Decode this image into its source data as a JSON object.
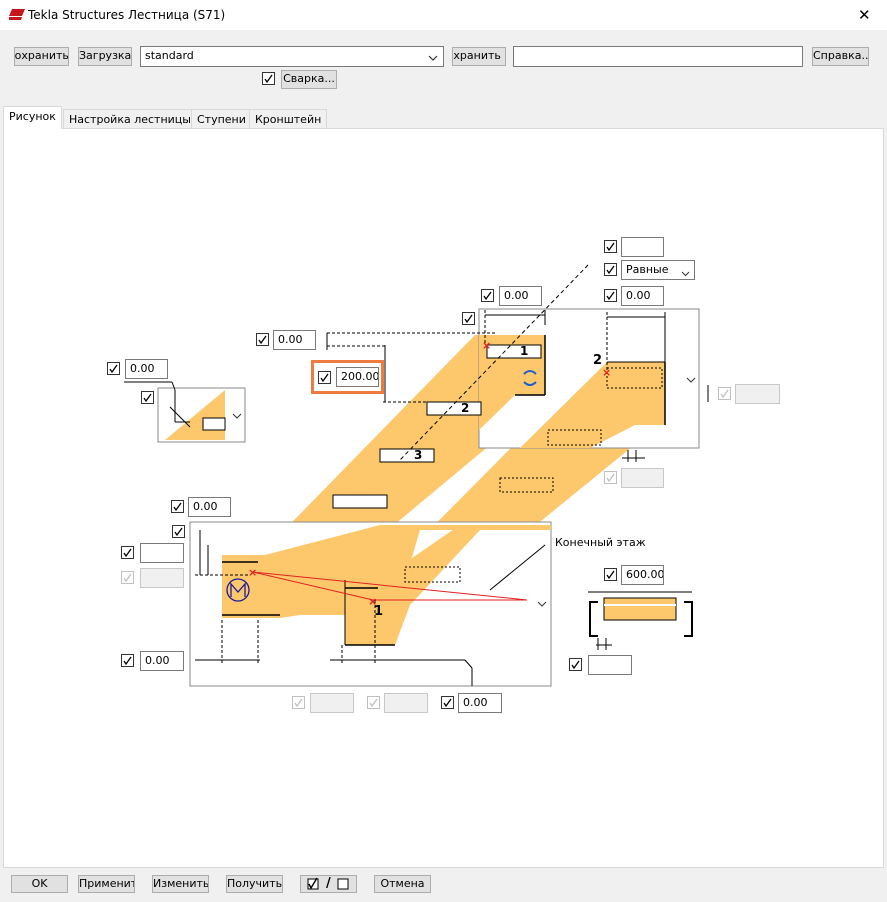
{
  "window": {
    "title": "Tekla Structures  Лестница (S71)",
    "close_glyph": "✕"
  },
  "toolbar": {
    "save_label": "Сохранить",
    "load_label": "Загрузка",
    "preset_value": "standard",
    "save_as_label": "Сохранить как",
    "save_as_value": "",
    "help_label": "Справка..."
  },
  "weld": {
    "label": "Сварка...",
    "checked": true
  },
  "tabs": [
    "Рисунок",
    "Настройка лестницы",
    "Ступени",
    "Кронштейн"
  ],
  "fields": {
    "top_right_blank": "",
    "spacing_mode": "Равные",
    "upper_left_offset": "0.00",
    "upper_right_offset": "0.00",
    "mid_offset": "0.00",
    "highlighted_value": "200.00",
    "left_detail_value": "0.00",
    "right_side_value": "",
    "below_upper_value": "",
    "lower_top_value": "0.00",
    "lower_left_a": "",
    "lower_left_b": "",
    "lower_left_c": "0.00",
    "bottom_a": "",
    "bottom_b": "",
    "bottom_c": "0.00",
    "end_floor_width": "600.00",
    "end_floor_below": ""
  },
  "diagram": {
    "end_floor_label": "Конечный этаж",
    "step_labels": [
      "1",
      "2",
      "3"
    ],
    "upper_mark_number": "2",
    "lower_mark_number": "1",
    "stair_color": "#fdc86b",
    "marker_color": "#e02020"
  },
  "footer": {
    "ok_label": "OK",
    "apply_label": "Применить",
    "modify_label": "Изменить",
    "get_label": "Получить",
    "toggle_label": "/",
    "cancel_label": "Отмена"
  }
}
